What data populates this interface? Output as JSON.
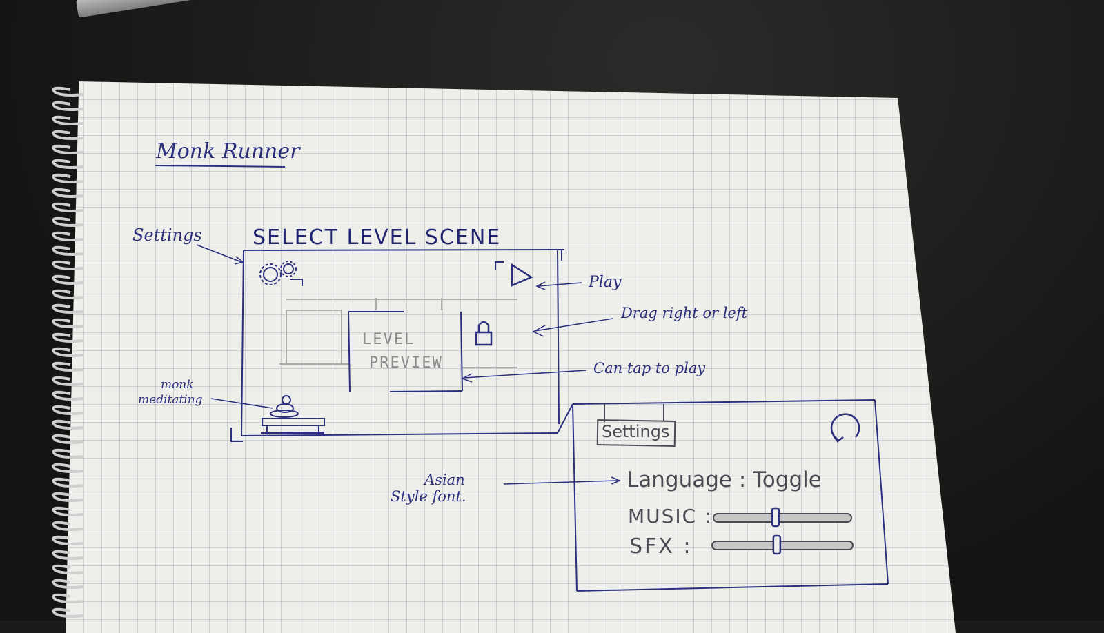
{
  "title": "Monk Runner",
  "level_scene": {
    "heading": "SELECT LEVEL SCENE",
    "preview_line1": "LEVEL",
    "preview_line2": "PREVIEW",
    "annotations": {
      "settings": "Settings",
      "play": "Play",
      "drag": "Drag right or left",
      "tap": "Can tap to play",
      "monk_line1": "monk",
      "monk_line2": "meditating"
    }
  },
  "settings_panel": {
    "tab_label": "Settings",
    "language_label": "Language : Toggle",
    "music_label": "MUSIC :",
    "sfx_label": "SFX :",
    "music_level": 0.45,
    "sfx_level": 0.46,
    "annotations": {
      "font_line1": "Asian",
      "font_line2": "Style font."
    }
  },
  "colors": {
    "ink": "#2b2f7e",
    "pencil": "#8c8c8c",
    "paper": "#eeefeb"
  },
  "icons": [
    "gear-icon",
    "play-icon",
    "lock-icon",
    "refresh-icon",
    "monk-figure-icon"
  ]
}
